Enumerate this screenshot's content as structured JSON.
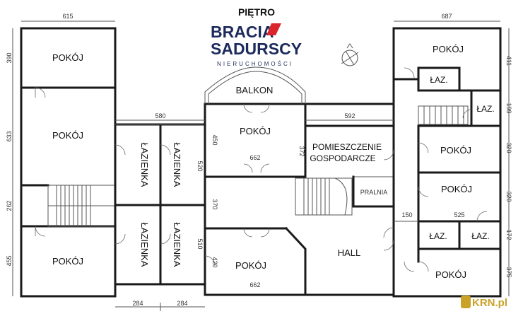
{
  "header": {
    "floor": "PIĘTRO",
    "brand_line1": "BRACIA",
    "brand_line2": "SADURSCY",
    "brand_sub": "NIERUCHOMOŚCI"
  },
  "watermark": "KRN.pl",
  "colors": {
    "brand_dark": "#1c2a5c",
    "brand_red": "#d9252b",
    "wall": "#1a1a1a",
    "watermark": "#c9a227"
  },
  "rooms": {
    "pokoj_tl": "POKÓJ",
    "pokoj_ml": "POKÓJ",
    "pokoj_bl": "POKÓJ",
    "lazienka_1": "ŁAZIENKA",
    "lazienka_2": "ŁAZIENKA",
    "lazienka_3": "ŁAZIENKA",
    "lazienka_4": "ŁAZIENKA",
    "balkon": "BALKON",
    "pokoj_center": "POKÓJ",
    "pokoj_cbottom": "POKÓJ",
    "pomieszczenie_1": "POMIESZCZENIE",
    "pomieszczenie_2": "GOSPODARCZE",
    "pralnia": "PRALNIA",
    "hall": "HALL",
    "pokoj_tr": "POKÓJ",
    "laz_r1": "ŁAZ.",
    "laz_r2": "ŁAZ.",
    "pokoj_r2": "POKÓJ",
    "pokoj_r3": "POKÓJ",
    "laz_r3": "ŁAZ.",
    "laz_r4": "ŁAZ.",
    "pokoj_br": "POKÓJ"
  },
  "dimensions": {
    "top_left": "615",
    "top_right": "687",
    "left_1": "390",
    "left_2": "633",
    "left_3": "262",
    "left_4": "455",
    "mid_580": "580",
    "mid_592": "592",
    "v_450": "450",
    "h_662_top": "662",
    "v_372": "372",
    "v_520": "520",
    "v_370": "370",
    "v_510": "510",
    "v_420": "420",
    "h_662_bottom": "662",
    "h_150": "150",
    "h_525": "525",
    "bottom_284_a": "284",
    "bottom_284_b": "284",
    "right_1": "411",
    "right_2": "199",
    "right_3": "320",
    "right_4": "320",
    "right_5": "172",
    "right_6": "375"
  }
}
